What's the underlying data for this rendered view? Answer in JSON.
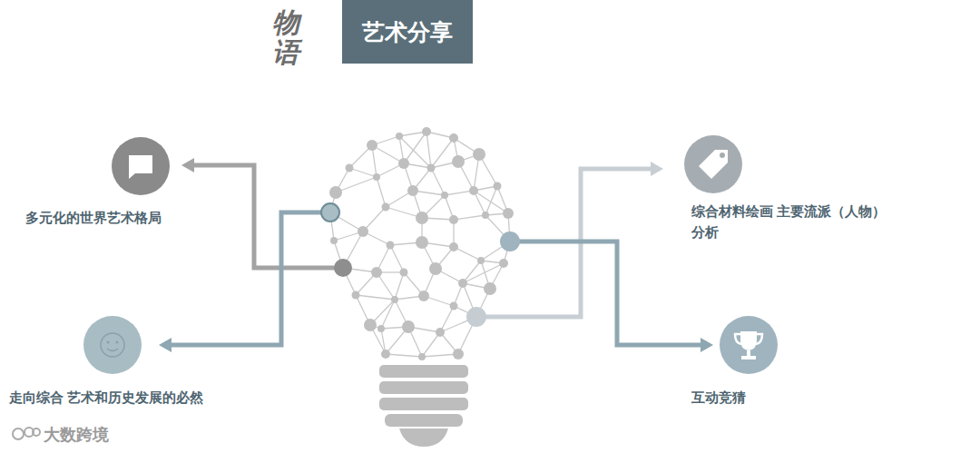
{
  "diagram": {
    "title": "艺术分享",
    "nodes": [
      {
        "text": [
          "多元化的世界艺术格局"
        ]
      },
      {
        "text": [
          "走向综合 艺术和历史发展的必然"
        ]
      },
      {
        "text": [
          "综合材料绘画 主要流派（人物）分析"
        ]
      },
      {
        "text": [
          "互动竞猜"
        ]
      }
    ],
    "labels": [
      "物语",
      "大数跨境"
    ]
  }
}
